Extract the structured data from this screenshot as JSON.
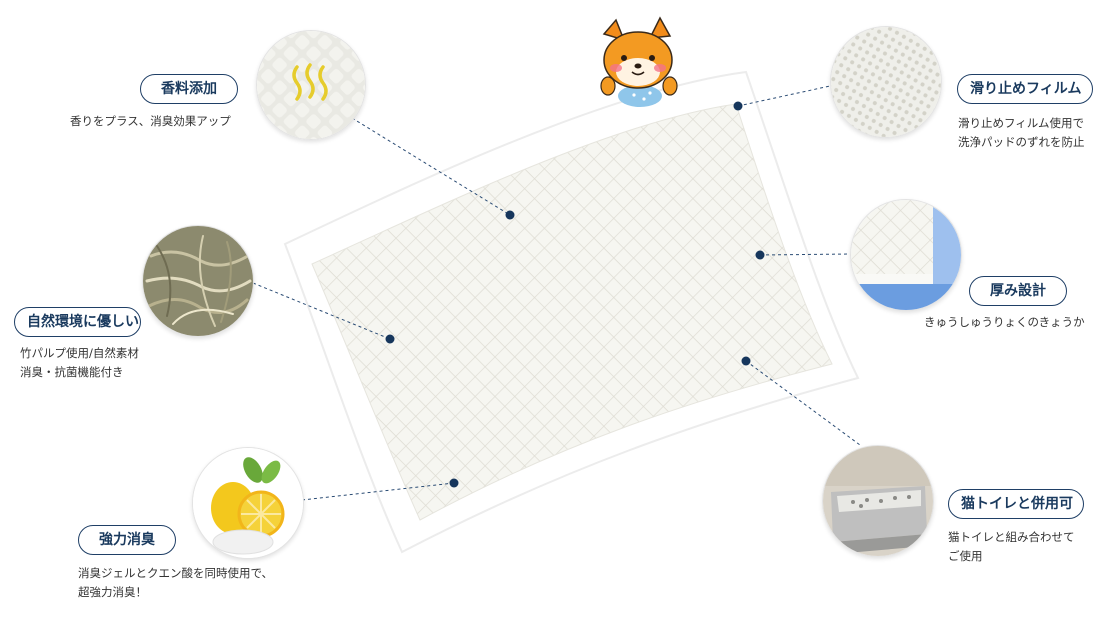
{
  "features": {
    "fragrance": {
      "title": "香料添加",
      "desc": [
        "香りをプラス、消臭効果アップ"
      ]
    },
    "eco": {
      "title": "自然環境に優しい",
      "desc": [
        "竹パルプ使用/自然素材",
        "消臭・抗菌機能付き"
      ]
    },
    "deodor": {
      "title": "強力消臭",
      "desc": [
        "消臭ジェルとクエン酸を同時使用で、",
        "超強力消臭！"
      ]
    },
    "antislip": {
      "title": "滑り止めフィルム",
      "desc": [
        "滑り止めフィルム使用で",
        "洗浄パッドのずれを防止"
      ]
    },
    "thick": {
      "title": "厚み設計",
      "desc": [
        "きゅうしゅうりょくのきょうか"
      ]
    },
    "cat": {
      "title": "猫トイレと併用可",
      "desc": [
        "猫トイレと組み合わせて",
        "ご使用"
      ]
    }
  },
  "icons": {
    "fragrance": "fragrance-swirl-icon",
    "eco": "bamboo-fiber-icon",
    "deodor": "lemon-citric-icon",
    "antislip": "mesh-film-icon",
    "thick": "pad-layer-icon",
    "cat": "cat-litter-box-icon",
    "mascot": "shiba-dog-mascot-icon"
  },
  "colors": {
    "accent": "#1f3f66",
    "dot": "#16365c",
    "pad": "#f7f7f2"
  }
}
